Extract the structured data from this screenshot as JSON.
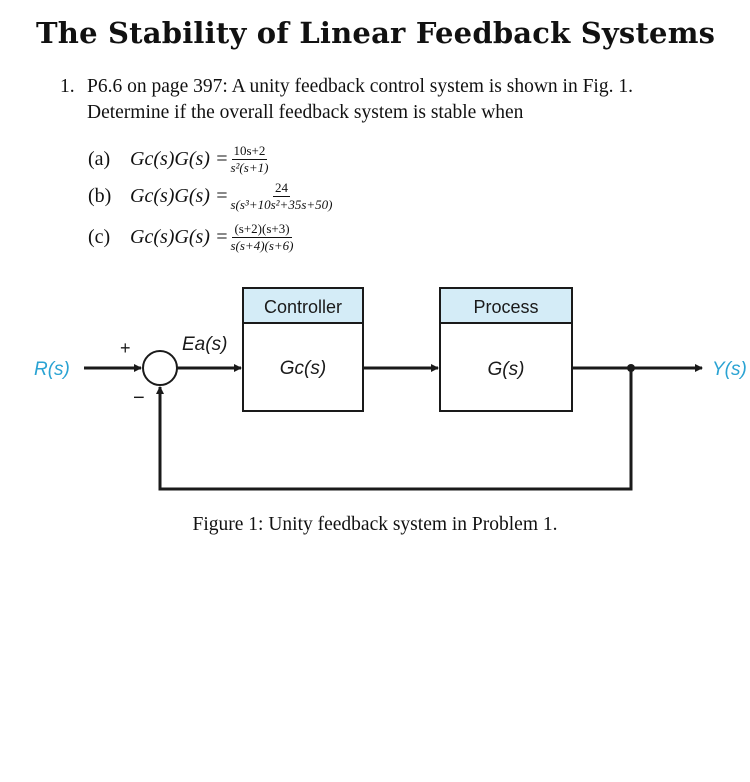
{
  "document": {
    "title": "The Stability of Linear Feedback Systems",
    "problem": {
      "number": "1.",
      "line1": "P6.6 on page 397: A unity feedback control system is shown in Fig. 1.",
      "line2": "Determine if the overall feedback system is stable when"
    },
    "parts": [
      {
        "label": "(a)",
        "lhs": "Gc(s)G(s) =",
        "numerator": "10s+2",
        "denominator": "s²(s+1)"
      },
      {
        "label": "(b)",
        "lhs": "Gc(s)G(s) =",
        "numerator": "24",
        "denominator": "s(s³+10s²+35s+50)"
      },
      {
        "label": "(c)",
        "lhs": "Gc(s)G(s) =",
        "numerator": "(s+2)(s+3)",
        "denominator": "s(s+4)(s+6)"
      }
    ],
    "figure": {
      "input": "R(s)",
      "output": "Y(s)",
      "error": "Ea(s)",
      "plus_sign": "+",
      "minus_sign": "−",
      "controller_header": "Controller",
      "controller_tf": "Gc(s)",
      "process_header": "Process",
      "process_tf": "G(s)",
      "caption": "Figure 1: Unity feedback system in Problem 1.",
      "colors": {
        "header_fill": "#d4ecf7",
        "signal_label": "#2aa3d3",
        "line": "#1a1a1a"
      }
    }
  }
}
